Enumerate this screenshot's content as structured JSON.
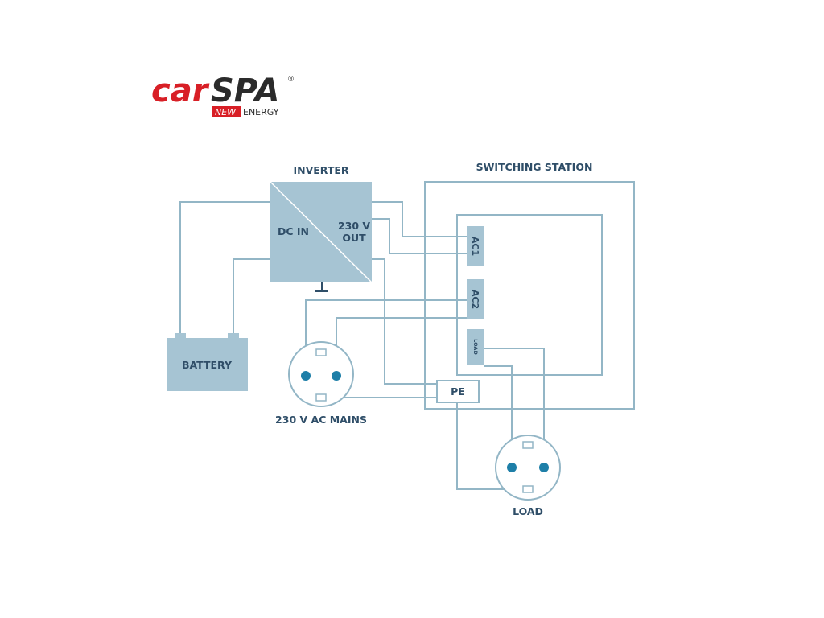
{
  "logo": {
    "word_prefix": "car",
    "word_suffix": "SPA",
    "registered": "®",
    "tag_highlight": "NEW",
    "tag_rest": "ENERGY",
    "colors": {
      "red": "#d81f26",
      "dark": "#2b2b2b",
      "tag_bg": "#d81f26"
    }
  },
  "labels": {
    "inverter": "INVERTER",
    "switching_station": "SWITCHING STATION",
    "dc_in": "DC IN",
    "out_line1": "230 V",
    "out_line2": "OUT",
    "battery": "BATTERY",
    "ac1": "AC1",
    "ac2": "AC2",
    "load_terminal": "LOAD",
    "pe": "PE",
    "mains": "230 V AC MAINS",
    "load": "LOAD"
  },
  "colors": {
    "box_fill": "#a6c4d3",
    "wire": "#93b6c6",
    "label": "#2f4e68",
    "pin": "#1e7fa8"
  }
}
